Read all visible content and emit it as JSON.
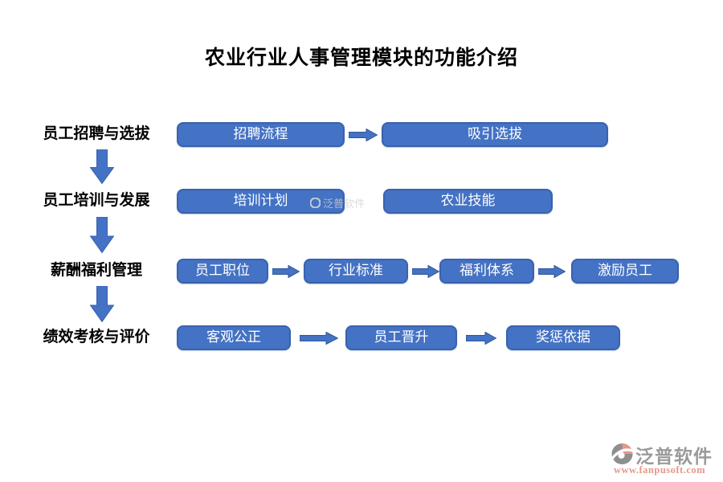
{
  "title": "农业行业人事管理模块的功能介绍",
  "rows": [
    {
      "label": "员工招聘与选拔",
      "boxes": [
        "招聘流程",
        "吸引选拔"
      ]
    },
    {
      "label": "员工培训与发展",
      "boxes": [
        "培训计划",
        "农业技能"
      ]
    },
    {
      "label": "薪酬福利管理",
      "boxes": [
        "员工职位",
        "行业标准",
        "福利体系",
        "激励员工"
      ]
    },
    {
      "label": "绩效考核与评价",
      "boxes": [
        "客观公正",
        "员工晋升",
        "奖惩依据"
      ]
    }
  ],
  "watermark": {
    "text": "泛普软件"
  },
  "footer": {
    "brand": "泛普软件",
    "url": "www.fanpusoft.com"
  },
  "colors": {
    "box_fill": "#4472C4",
    "box_border": "#3A62AE",
    "arrow_fill": "#4472C4",
    "title_text": "#000000",
    "box_text": "#FFFFFF",
    "brand_gray": "#9A9A9A",
    "brand_salmon": "#E2998C",
    "background": "#FFFFFF"
  }
}
